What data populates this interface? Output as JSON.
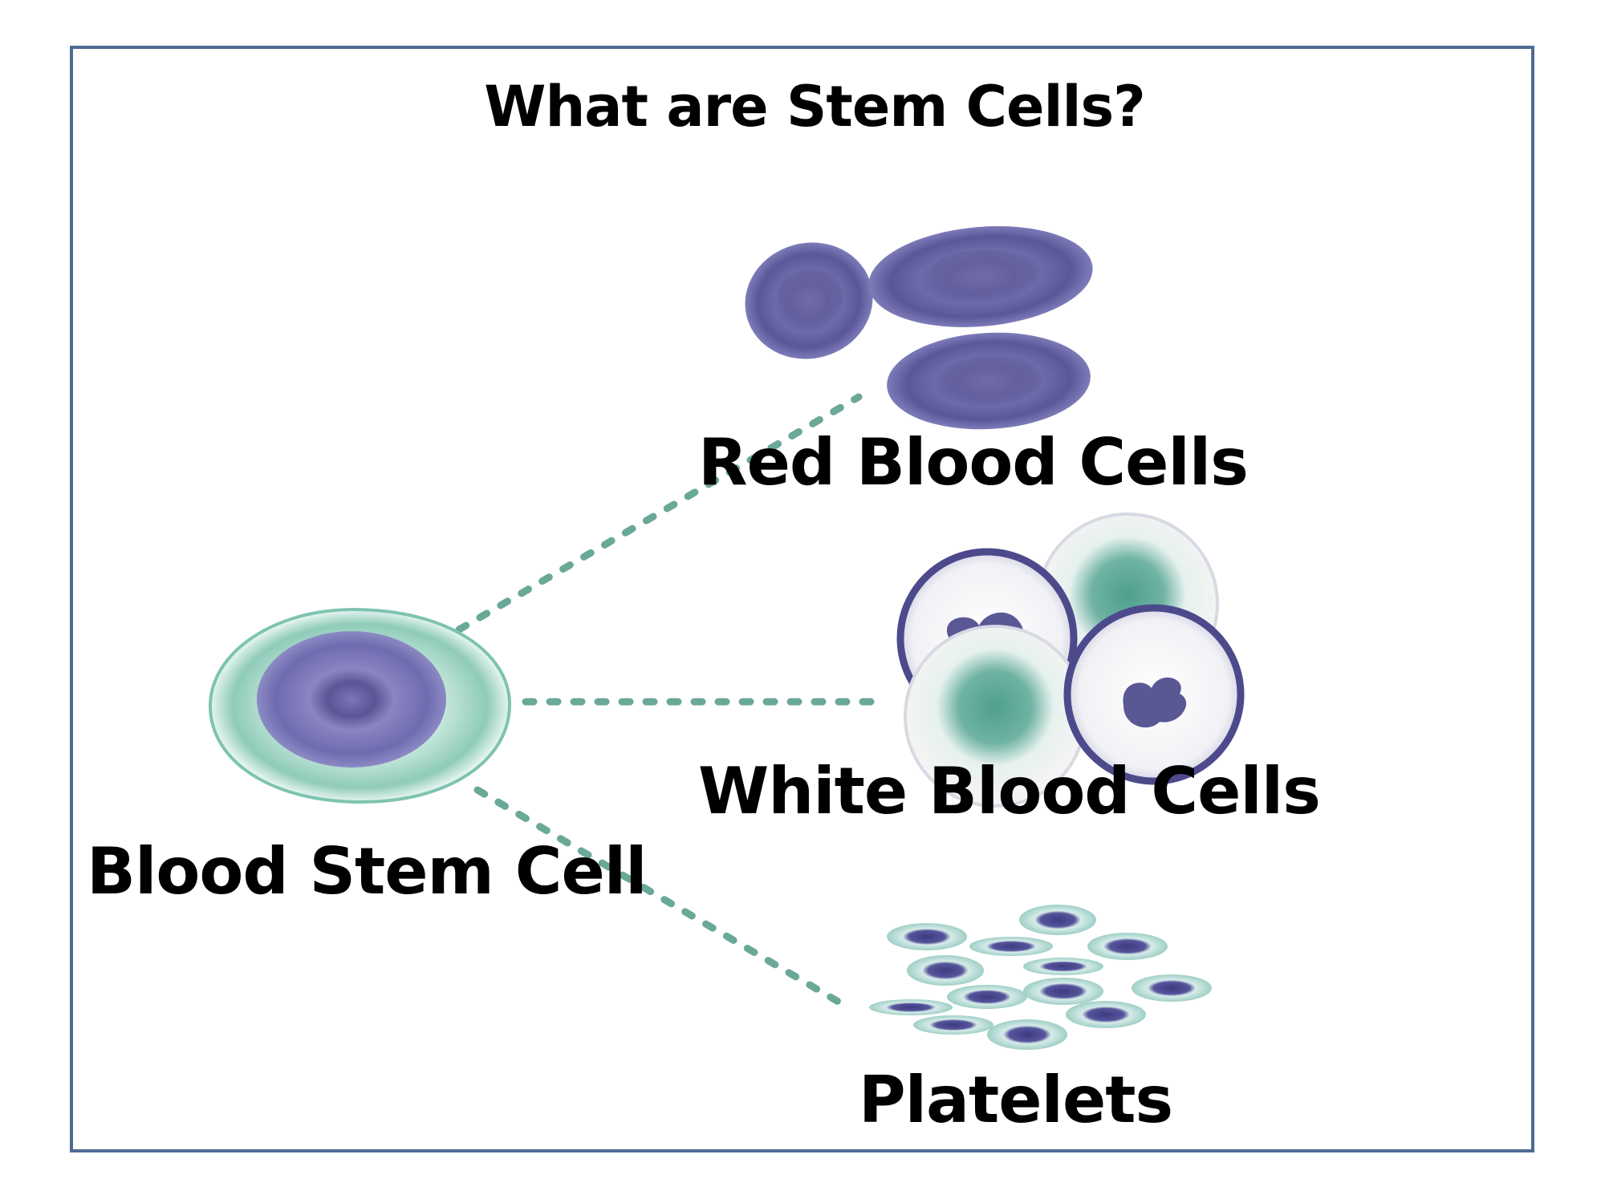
{
  "title": "What are Stem Cells?",
  "labels": {
    "stem_cell": "Blood Stem Cell",
    "red_blood_cells": "Red Blood Cells",
    "white_blood_cells": "White Blood Cells",
    "platelets": "Platelets"
  },
  "colors": {
    "frame": "#4d6b94",
    "nucleus_purple": "#5e5e9e",
    "cytoplasm_teal": "#7cc2b0",
    "dotted_line": "#6aa898",
    "text": "#000000"
  }
}
